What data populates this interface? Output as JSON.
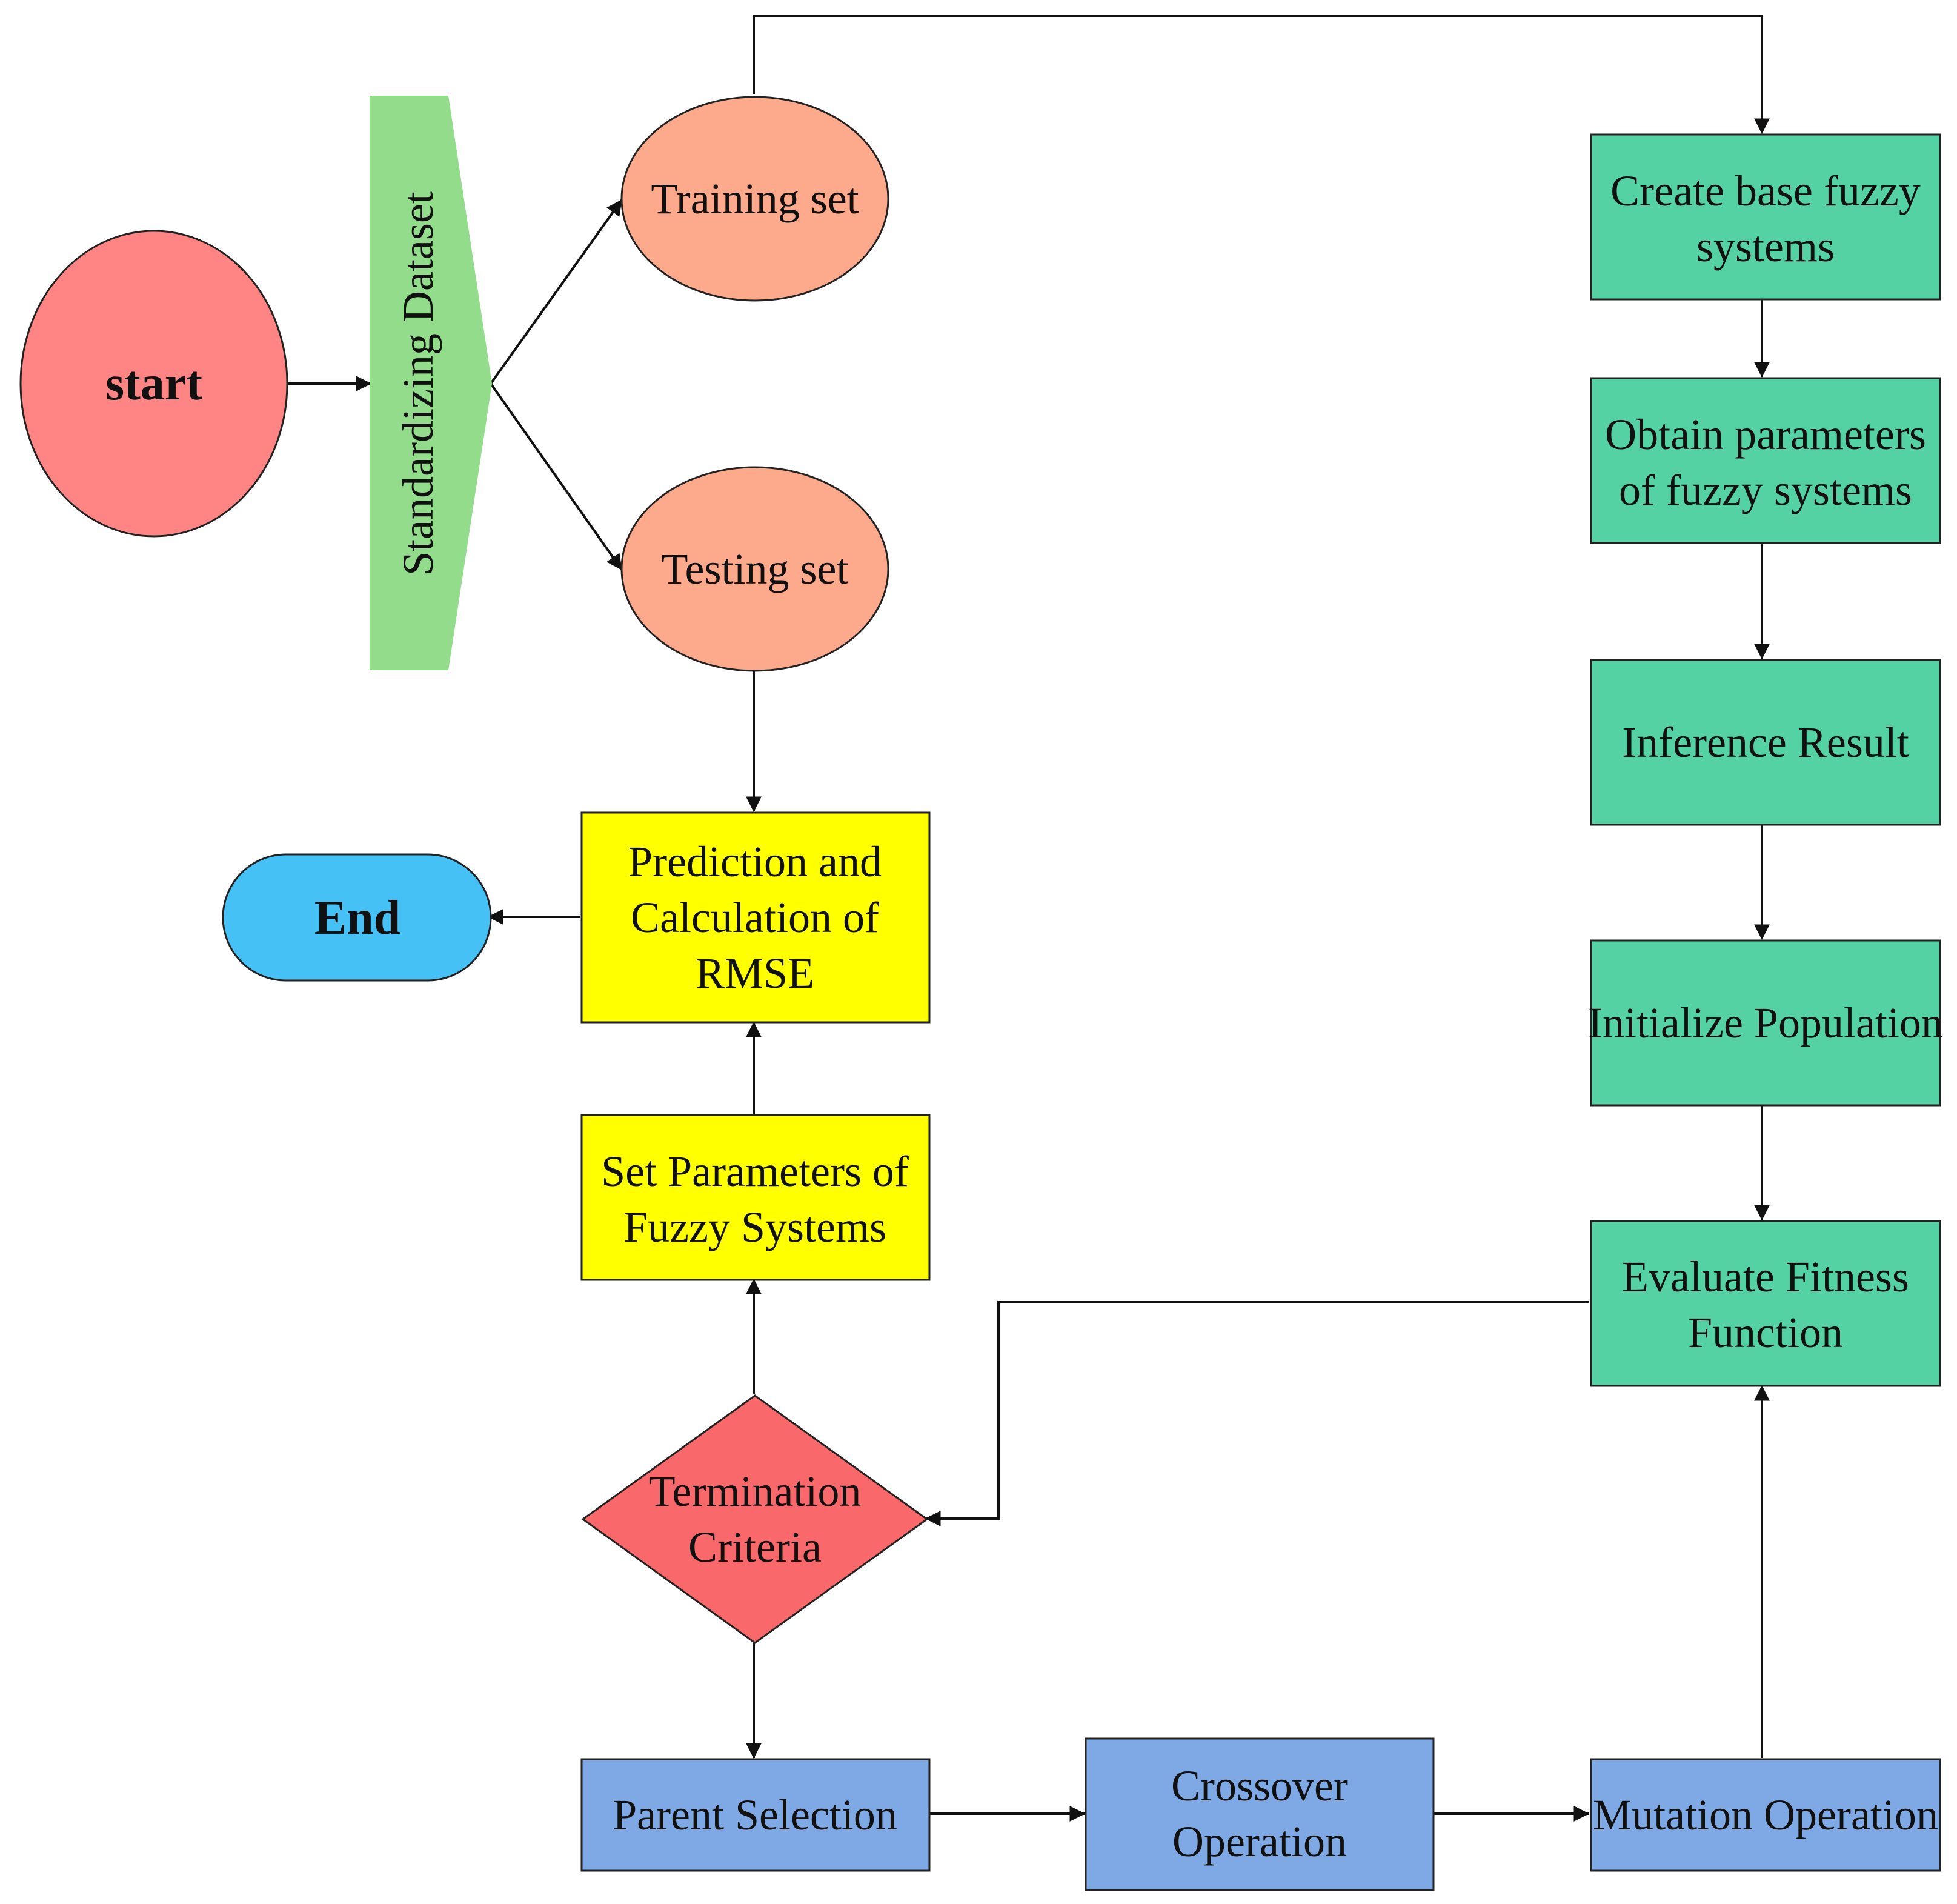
{
  "colors": {
    "start": "#ff8585",
    "standardize": "#93dc8c",
    "dataset_ellipse": "#fca98c",
    "yellow_box": "#ffff00",
    "end": "#45c1f5",
    "termination": "#f9686a",
    "genetic_box": "#7fa9e5",
    "fuzzy_box": "#55d2a4"
  },
  "nodes": {
    "start": "start",
    "standardize": "Standardizing Dataset",
    "training": "Training set",
    "testing": "Testing set",
    "create_base": [
      "Create base fuzzy",
      "systems"
    ],
    "obtain_params": [
      "Obtain parameters",
      "of fuzzy systems"
    ],
    "inference": "Inference Result",
    "init_population": "Initialize Population",
    "evaluate": [
      "Evaluate Fitness",
      "Function"
    ],
    "prediction": [
      "Prediction and",
      "Calculation of",
      "RMSE"
    ],
    "end": "End",
    "set_params": [
      "Set Parameters of",
      "Fuzzy Systems"
    ],
    "termination": [
      "Termination",
      "Criteria"
    ],
    "parent_selection": "Parent Selection",
    "crossover": [
      "Crossover",
      "Operation"
    ],
    "mutation": "Mutation Operation"
  }
}
